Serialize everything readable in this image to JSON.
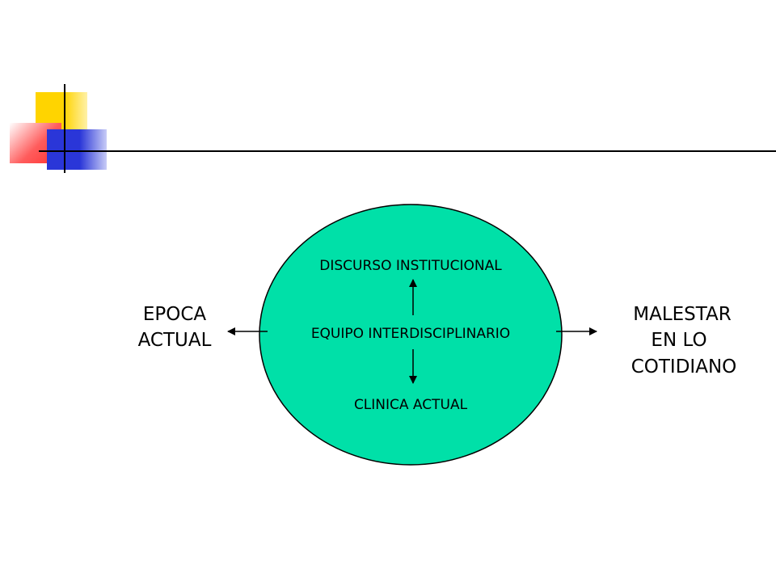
{
  "diagram": {
    "center_top": "DISCURSO INSTITUCIONAL",
    "center_middle": "EQUIPO INTERDISCIPLINARIO",
    "center_bottom": "CLINICA ACTUAL",
    "left": [
      "EPOCA",
      "ACTUAL"
    ],
    "right": [
      "MALESTAR",
      "EN LO",
      "COTIDIANO"
    ]
  },
  "colors": {
    "ellipse_fill": "#00e0a8",
    "accent_yellow": "#ffd400",
    "accent_red": "#ff3030",
    "accent_blue": "#2a36d8"
  }
}
